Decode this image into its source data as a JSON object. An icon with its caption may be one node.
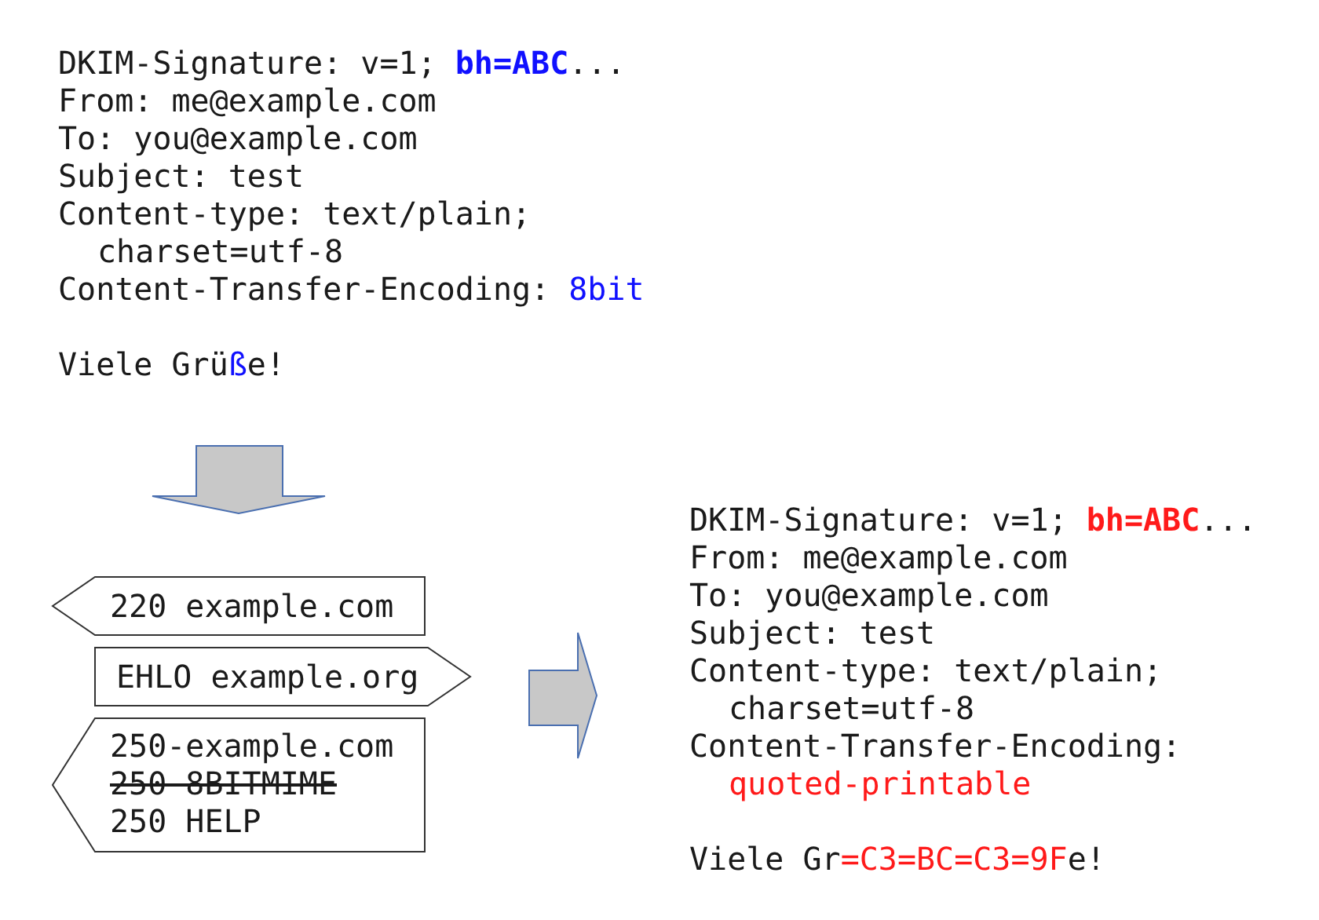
{
  "diagram": {
    "nodes": [
      {
        "text": [
          "DKIM-Signature: v=1; **bh=ABC**...",
          "From: me@example.com",
          "To: you@example.com",
          "Subject: test",
          "Content-type: text/plain;",
          "charset=utf-8",
          "Content-Transfer-Encoding: *8bit*",
          "Viele Grüße!"
        ]
      },
      {
        "text": [
          "220 example.com"
        ]
      },
      {
        "text": [
          "EHLO example.org"
        ]
      },
      {
        "text": [
          "250-example.com",
          "250 8BITMIME",
          "250 HELP"
        ]
      },
      {
        "text": [
          "DKIM-Signature: v=1; **bh=ABC**...",
          "From: me@example.com",
          "To: you@example.com",
          "Subject: test",
          "Content-type: text/plain;",
          "charset=utf-8",
          "Content-Transfer-Encoding:",
          "quoted-printable",
          "Viele Gr=C3=BC=C3=9Fe!"
        ]
      }
    ],
    "edges": [
      {
        "from": 0,
        "to": 1,
        "arrow": "to"
      },
      {
        "from": 2,
        "to": 4,
        "arrow": "to"
      }
    ]
  }
}
